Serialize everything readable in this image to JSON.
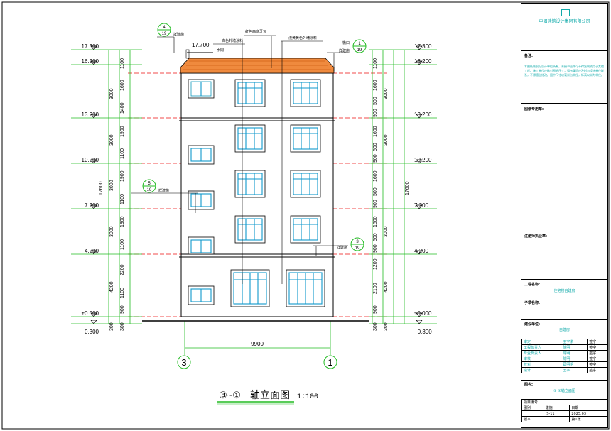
{
  "title": {
    "prefix": "③~①",
    "main": "轴立面图",
    "scale": "1:100"
  },
  "axes": [
    {
      "label": "3"
    },
    {
      "label": "1"
    }
  ],
  "span": "9900",
  "levels_left": [
    "17.300",
    "16.200",
    "13.200",
    "10.200",
    "7.200",
    "4.200",
    "±0.000",
    "−0.300"
  ],
  "levels_right": [
    "17.300",
    "16.200",
    "13.200",
    "10.200",
    "7.200",
    "4.200",
    "±0.000",
    "−0.300"
  ],
  "ridge_level": "17.700",
  "total_height": "17600",
  "dims_left_outer": [
    "3000",
    "3000",
    "3000",
    "3000",
    "4200",
    "300"
  ],
  "dims_left_inner": [
    "1100",
    "1600",
    "1400",
    "1900",
    "1100",
    "1900",
    "1100",
    "1900",
    "1100",
    "2200",
    "1100",
    "900",
    "300"
  ],
  "dims_right_outer": [
    "3000",
    "3000",
    "3000",
    "4200",
    "300"
  ],
  "dims_right_inner": [
    "1100",
    "1600",
    "500",
    "900",
    "1600",
    "500",
    "900",
    "1600",
    "500",
    "900",
    "1600",
    "500",
    "900",
    "1200",
    "2100",
    "900",
    "300"
  ],
  "callouts": [
    {
      "num": "4",
      "sheet": "19",
      "text": "詳建施"
    },
    {
      "num": "1",
      "sheet": "19",
      "text": "詳建施",
      "extra": "檐口"
    },
    {
      "num": "5",
      "sheet": "19",
      "text": "詳建施"
    },
    {
      "num": "3",
      "sheet": "19",
      "text": "詳建施"
    }
  ],
  "annotations": {
    "red_tile": "紅色西班牙瓦",
    "white_paint": "白色外墻涂料",
    "yellow_paint": "淺黄黄色外墻涂料",
    "gutter": "水問"
  },
  "titleblock": {
    "company": "中國建筑设计集团有限公司",
    "notes_label": "备注:",
    "notes_text": "本图纸版权归设计单位所有，未经书面许可不得复制或用于其他工程。施工单位应核对图纸尺寸，如有疑问应及时与设计单位联系，不得擅自修改。图中尺寸以毫米为单位，标高以米为单位。",
    "stamp_label": "图纸专用章:",
    "reg_label": "注册师执业章:",
    "project_label": "工程名称:",
    "project_name": "住宅楼自建房",
    "sub_label": "子项名称:",
    "client_label": "建设单位:",
    "client_name": "自建房",
    "sign_rows": [
      [
        "审定",
        "王宇鹏",
        "签字"
      ],
      [
        "工程负责人",
        "陈明",
        "签字"
      ],
      [
        "专业负责人",
        "陈明",
        "签字"
      ],
      [
        "审核",
        "陈明",
        "签字"
      ],
      [
        "校对",
        "蔡明明",
        "签字"
      ],
      [
        "设计",
        "王宇",
        "签字"
      ]
    ],
    "drawing_label": "图名:",
    "drawing_name": "③-①轴立面图",
    "proj_no_label": "项目编号",
    "grid_headers": [
      "图别",
      "建施",
      "日期"
    ],
    "grid_values": [
      "JS-11",
      "2025.03"
    ],
    "version_label": "版本",
    "page_label": "第1张"
  }
}
